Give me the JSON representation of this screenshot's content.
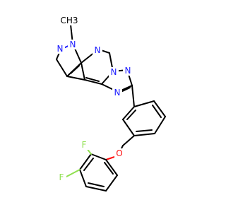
{
  "molecule": {
    "colors": {
      "carbon_bond": "#000000",
      "nitrogen": "#1a1aff",
      "oxygen": "#ff0d0d",
      "fluorine": "#90e050"
    },
    "labels": {
      "n_pyrazole_1": "N",
      "n_pyrazole_2": "N",
      "methyl": "CH3",
      "n_pyrimidine": "N",
      "n_triazole_bridge": "N",
      "n_triazole_2": "N",
      "n_triazole_3": "N",
      "oxygen": "O",
      "fluorine_ortho": "F",
      "fluorine_para": "F"
    }
  }
}
